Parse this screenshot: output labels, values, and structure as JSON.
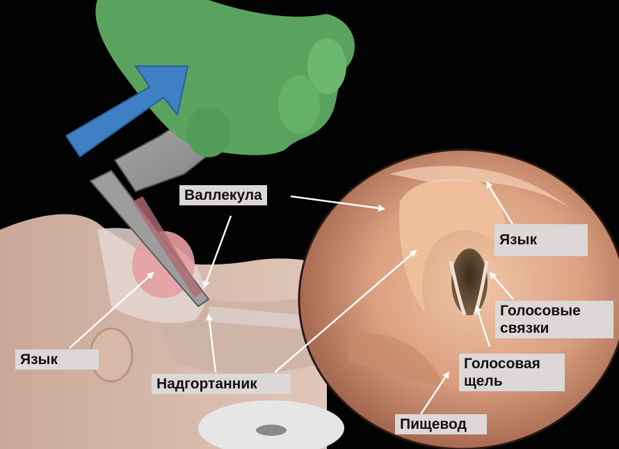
{
  "labels": {
    "vallecula": "Валлекула",
    "tongue_right": "Язык",
    "vocal_cords": "Голосовые\nсвязки",
    "glottis": "Голосовая\nщель",
    "tongue_left": "Язык",
    "epiglottis": "Надгортанник",
    "esophagus": "Пищевод"
  },
  "colors": {
    "background": "#000000",
    "label_bg": "#dcd8d7",
    "label_text": "#111111",
    "glove": "#58a55c",
    "arrow_blue": "#3f7fc4",
    "skin": "#d6b9a9",
    "mucosa": "#d9a184",
    "leader": "#ffffff"
  }
}
